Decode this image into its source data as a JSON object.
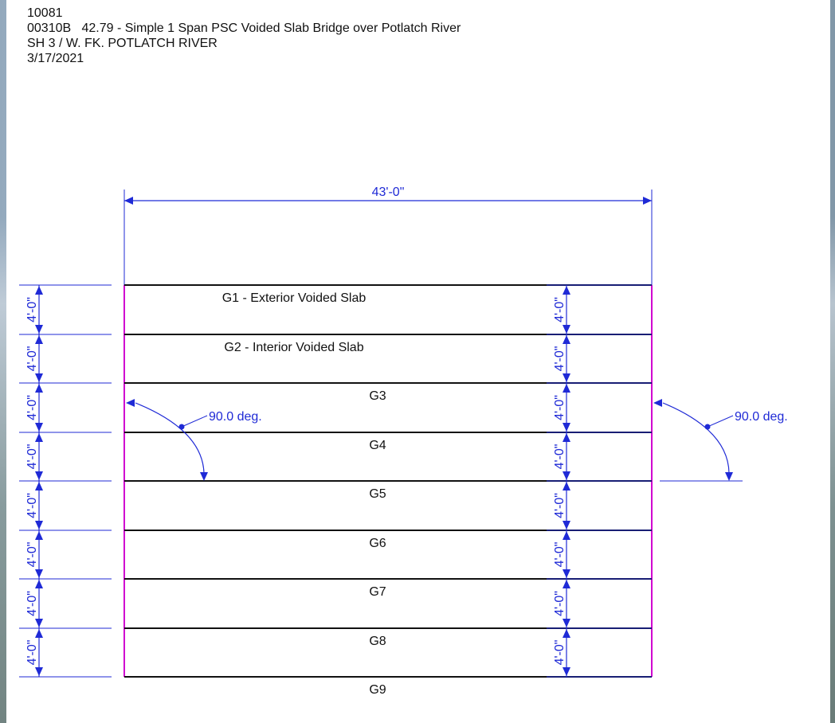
{
  "header": {
    "line1": "10081",
    "line2": "00310B   42.79 - Simple 1 Span PSC Voided Slab Bridge over Potlatch River",
    "line3": "SH 3 / W. FK. POTLATCH RIVER",
    "line4": "3/17/2021"
  },
  "diagram": {
    "span_length": "43'-0\"",
    "spacing_label": "4'-0\"",
    "left_skew": "90.0 deg.",
    "right_skew": "90.0 deg.",
    "girders": [
      "G1 - Exterior Voided Slab",
      "G2 - Interior Voided Slab",
      "G3",
      "G4",
      "G5",
      "G6",
      "G7",
      "G8",
      "G9"
    ],
    "colors": {
      "dimension": "#1f2ad6",
      "girder_line": "#111111",
      "support_line": "#d000d0"
    }
  }
}
